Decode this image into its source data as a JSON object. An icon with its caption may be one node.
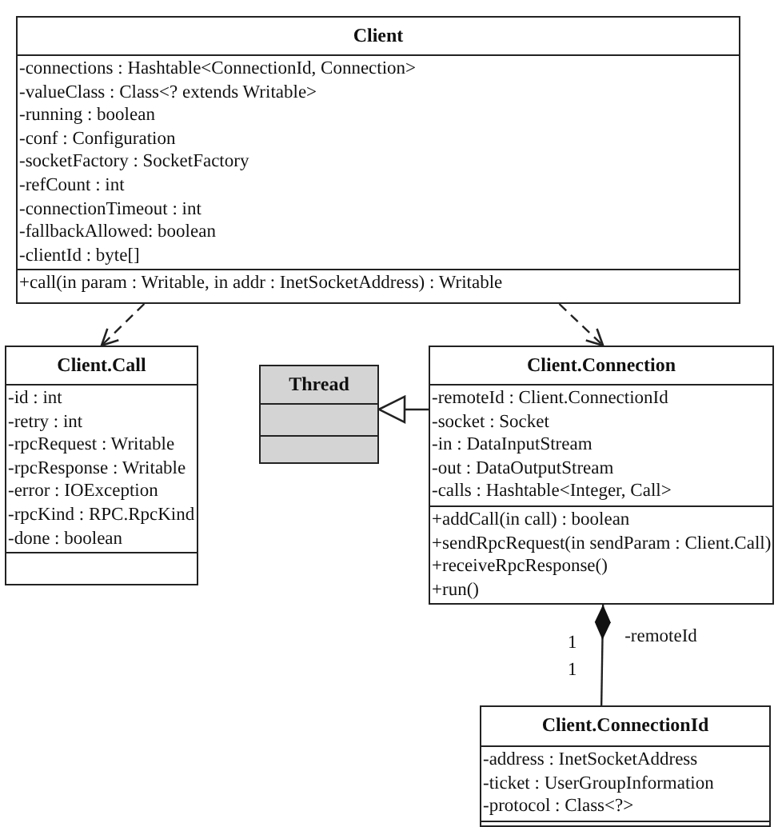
{
  "diagram": {
    "nodes": [
      {
        "text": [
          "Client",
          "-connections : Hashtable<ConnectionId, Connection>",
          "-valueClass : Class<? extends Writable>",
          "-running : boolean",
          "-conf : Configuration",
          "-socketFactory : SocketFactory",
          "-refCount : int",
          "-connectionTimeout : int",
          "-fallbackAllowed: boolean",
          "-clientId : byte[]",
          "+call(in param : Writable, in addr : InetSocketAddress) : Writable"
        ]
      },
      {
        "text": [
          "Client.Call",
          "-id : int",
          "-retry : int",
          "-rpcRequest : Writable",
          "-rpcResponse : Writable",
          "-error : IOException",
          "-rpcKind : RPC.RpcKind",
          "-done : boolean"
        ]
      },
      {
        "text": [
          "Thread"
        ]
      },
      {
        "text": [
          "Client.Connection",
          "-remoteId : Client.ConnectionId",
          "-socket : Socket",
          "-in : DataInputStream",
          "-out : DataOutputStream",
          "-calls : Hashtable<Integer, Call>",
          "+addCall(in call) : boolean",
          "+sendRpcRequest(in sendParam : Client.Call)",
          "+receiveRpcResponse()",
          "+run()"
        ]
      },
      {
        "text": [
          "Client.ConnectionId",
          "-address : InetSocketAddress",
          "-ticket : UserGroupInformation",
          "-protocol : Class<?>"
        ]
      }
    ],
    "edges": [
      {
        "from": 0,
        "to": 1,
        "arrow": "to",
        "style": "dashed"
      },
      {
        "from": 0,
        "to": 3,
        "arrow": "to",
        "style": "dashed"
      },
      {
        "from": 3,
        "to": 2,
        "arrow": "to"
      },
      {
        "from": 3,
        "to": 4,
        "arrow": "other",
        "label": "-remoteId"
      }
    ],
    "labels": [
      "1",
      "1"
    ]
  }
}
